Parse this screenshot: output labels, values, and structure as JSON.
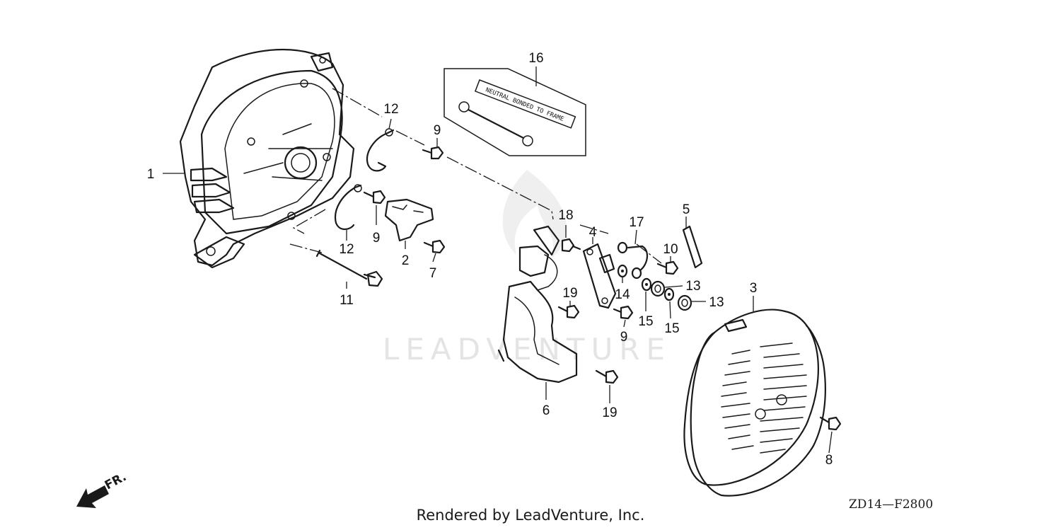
{
  "watermark": "LEADVENTURE",
  "footer_credit": "Rendered by LeadVenture, Inc.",
  "drawing_code": "ZD14—F2800",
  "front_indicator": "FR.",
  "kit_label": "NEUTRAL BONDED TO FRAME",
  "callouts": [
    "1",
    "12",
    "9",
    "16",
    "12",
    "9",
    "2",
    "7",
    "11",
    "18",
    "4",
    "17",
    "5",
    "10",
    "14",
    "13",
    "19",
    "13",
    "9",
    "15",
    "15",
    "3",
    "6",
    "19",
    "8"
  ]
}
